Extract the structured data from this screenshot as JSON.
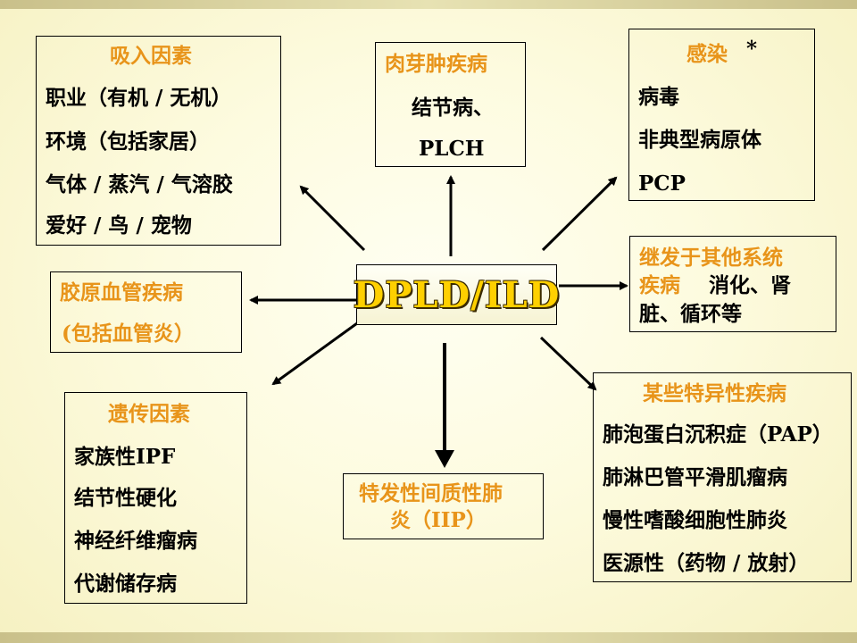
{
  "center": {
    "label": "DPLD/ILD"
  },
  "inhalation": {
    "title": "吸入因素",
    "items": [
      "职业（有机 / 无机）",
      "环境（包括家居）",
      "气体 / 蒸汽 / 气溶胶",
      "爱好 / 鸟 / 宠物"
    ]
  },
  "granuloma": {
    "title": "肉芽肿疾病",
    "items": [
      "结节病、",
      "PLCH"
    ]
  },
  "infection": {
    "title": "感染",
    "mark": "*",
    "items": [
      "病毒",
      "非典型病原体",
      "PCP"
    ]
  },
  "secondary": {
    "title_line1": "继发于其他系统",
    "title_line2": "疾病",
    "inline": "消化、肾",
    "line3": "脏、循环等"
  },
  "collagen": {
    "title": "胶原血管疾病",
    "sub": "(包括血管炎）"
  },
  "genetic": {
    "title": "遗传因素",
    "items": [
      "家族性IPF",
      "结节性硬化",
      "神经纤维瘤病",
      "代谢储存病"
    ]
  },
  "iip": {
    "line1": "特发性间质性肺",
    "line2": "炎（IIP）"
  },
  "specific": {
    "title": "某些特异性疾病",
    "items": [
      "肺泡蛋白沉积症（PAP）",
      "肺淋巴管平滑肌瘤病",
      "慢性嗜酸细胞性肺炎",
      "医源性（药物 / 放射）"
    ]
  }
}
